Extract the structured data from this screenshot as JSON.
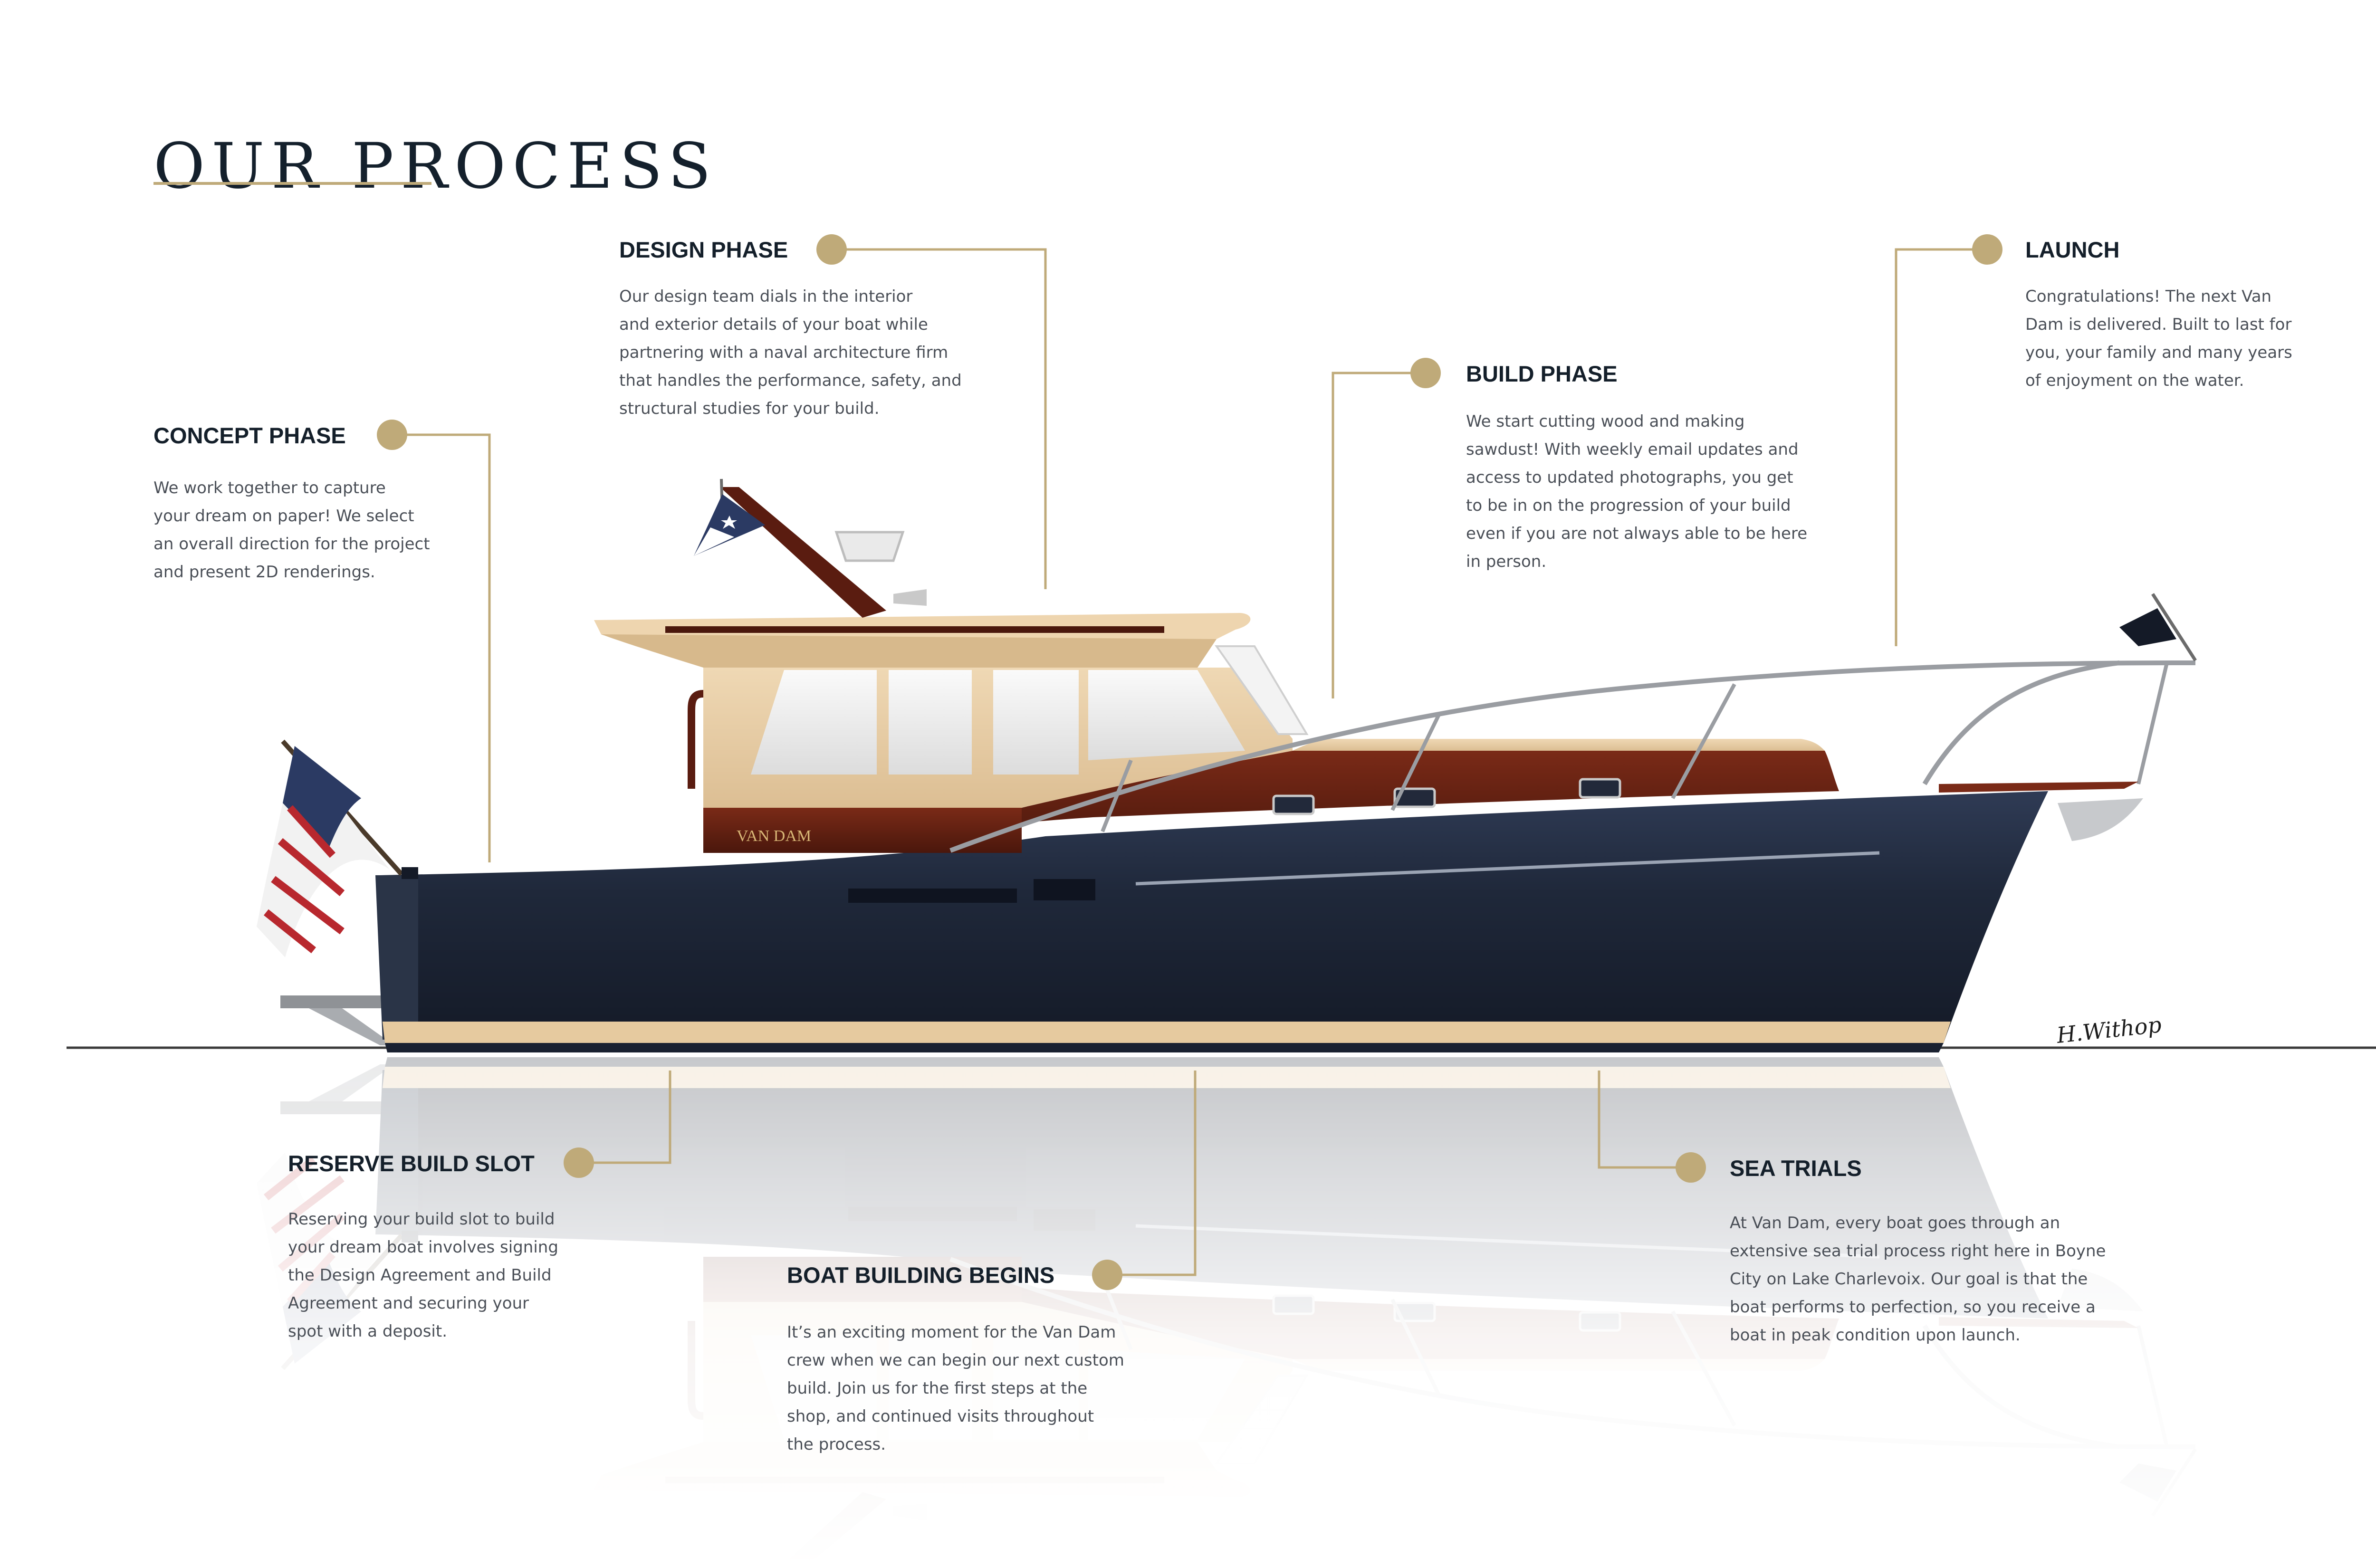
{
  "page": {
    "title": "OUR PROCESS"
  },
  "colors": {
    "accent_gold": "#bfaa79",
    "hull_navy": "#1d2535",
    "superstructure_tan": "#e6ca9f",
    "mahogany": "#5a1c10",
    "text_dark": "#141f2a",
    "text_body": "#4a4f57"
  },
  "steps": [
    {
      "title": "CONCEPT PHASE",
      "lines": [
        "We work together to capture",
        "your dream on paper! We select",
        "an overall direction for the project",
        "and present 2D renderings."
      ]
    },
    {
      "title": "DESIGN PHASE",
      "lines": [
        "Our design team dials in the interior",
        "and exterior details of your boat while",
        "partnering with a naval architecture firm",
        "that handles the performance, safety, and",
        "structural studies for your build."
      ]
    },
    {
      "title": "BUILD PHASE",
      "lines": [
        "We start cutting wood and making",
        "sawdust! With weekly email updates and",
        "access to updated photographs, you get",
        "to be in on the progression of your build",
        "even if you are not always able to be here",
        "in person."
      ]
    },
    {
      "title": "LAUNCH",
      "lines": [
        "Congratulations! The next Van",
        "Dam is delivered. Built to last for",
        "you, your family and many years",
        "of enjoyment on the water."
      ]
    },
    {
      "title": "RESERVE BUILD SLOT",
      "lines": [
        "Reserving your build slot to build",
        "your dream boat involves signing",
        "the Design Agreement and Build",
        "Agreement and securing your",
        "spot with a deposit."
      ]
    },
    {
      "title": "BOAT BUILDING BEGINS",
      "lines": [
        "It’s an exciting moment for the Van Dam",
        "crew when we can begin our next custom",
        "build. Join us for the first steps at the",
        "shop, and continued visits throughout",
        "the process."
      ]
    },
    {
      "title": "SEA TRIALS",
      "lines": [
        "At Van Dam, every boat goes through an",
        "extensive sea trial process right here in Boyne",
        "City on Lake Charlevoix.  Our goal is that the",
        "boat performs to perfection, so you receive a",
        "boat in peak condition upon launch."
      ]
    }
  ],
  "boat": {
    "name_plate": "VAN DAM",
    "artist_signature": "H.Withop",
    "icons": [
      "american-flag-icon",
      "burgee-flag-icon",
      "bow-pennant-icon",
      "mast-light-icon"
    ]
  }
}
